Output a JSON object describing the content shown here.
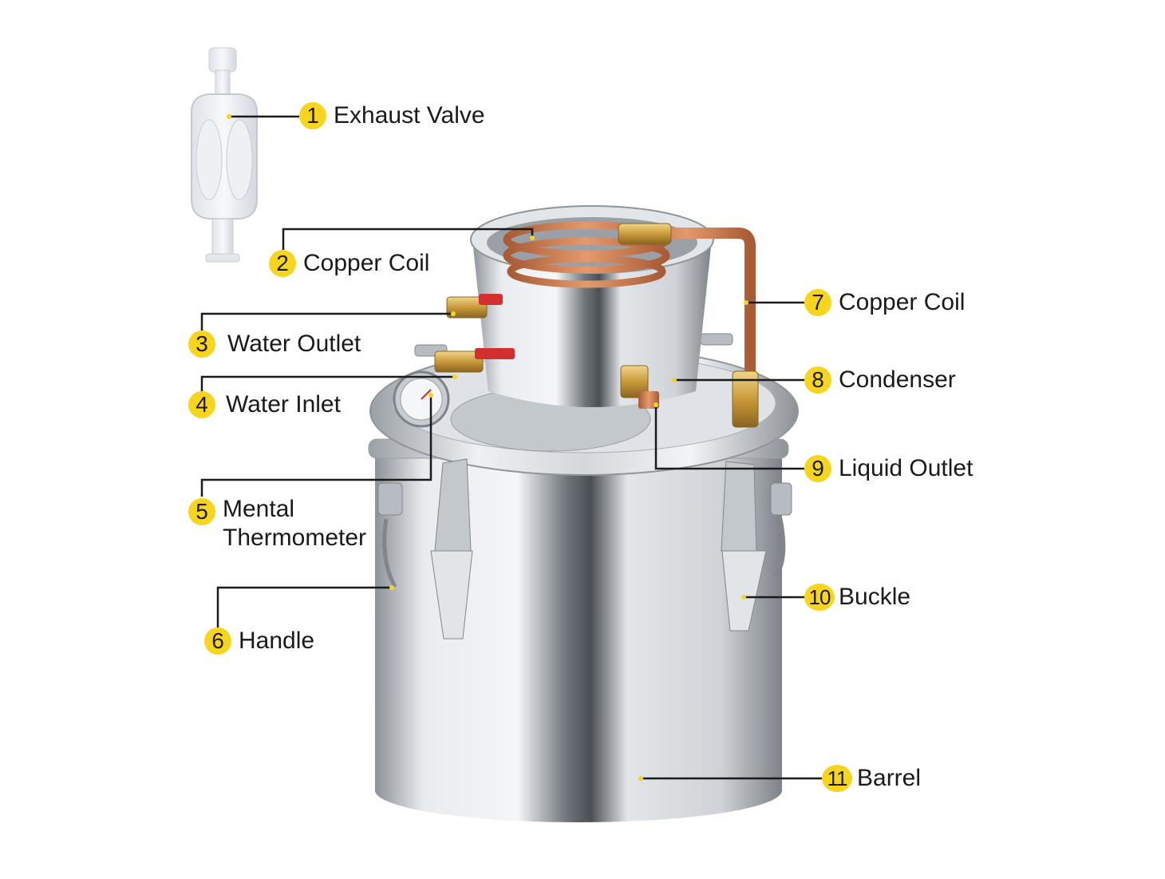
{
  "colors": {
    "badge": "#f7d51d",
    "leader_line": "#1a1a1a",
    "copper": "#c8744a",
    "brass": "#c99a3a",
    "steel": "#c9cdd2",
    "valve_handle": "#d32f2f"
  },
  "callouts": [
    {
      "num": "1",
      "label": "Exhaust Valve"
    },
    {
      "num": "2",
      "label": "Copper Coil"
    },
    {
      "num": "3",
      "label": "Water Outlet"
    },
    {
      "num": "4",
      "label": "Water Inlet"
    },
    {
      "num": "5",
      "label": "Mental Thermometer"
    },
    {
      "num": "6",
      "label": "Handle"
    },
    {
      "num": "7",
      "label": "Copper Coil"
    },
    {
      "num": "8",
      "label": "Condenser"
    },
    {
      "num": "9",
      "label": "Liquid Outlet"
    },
    {
      "num": "10",
      "label": "Buckle"
    },
    {
      "num": "11",
      "label": "Barrel"
    }
  ]
}
